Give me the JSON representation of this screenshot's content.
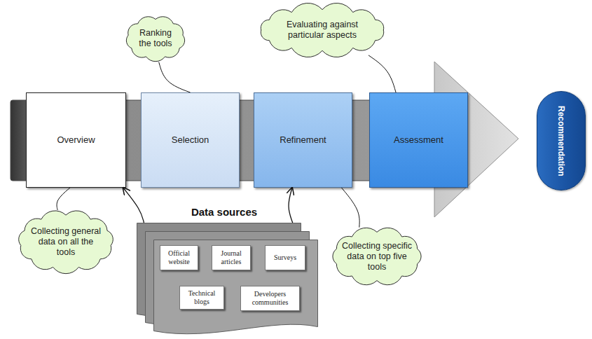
{
  "diagram": {
    "nodes": [
      {
        "text": [
          "Ranking the tools"
        ]
      },
      {
        "text": [
          "Evaluating against particular aspects"
        ]
      },
      {
        "text": [
          "Overview"
        ]
      },
      {
        "text": [
          "Selection"
        ]
      },
      {
        "text": [
          "Refinement"
        ]
      },
      {
        "text": [
          "Assessment"
        ]
      },
      {
        "text": [
          "Recommendation"
        ]
      },
      {
        "text": [
          "Collecting general data on all the tools"
        ]
      },
      {
        "text": [
          "Data sources"
        ]
      },
      {
        "text": [
          "Official website"
        ],
        "in": 8
      },
      {
        "text": [
          "Journal articles"
        ],
        "in": 8
      },
      {
        "text": [
          "Surveys"
        ],
        "in": 8
      },
      {
        "text": [
          "Technical blogs"
        ],
        "in": 8
      },
      {
        "text": [
          "Developers communities"
        ],
        "in": 8
      },
      {
        "text": [
          "Collecting specific data on top five tools"
        ]
      }
    ],
    "edges": [
      {
        "from": 0,
        "to": 3,
        "arrow": "none"
      },
      {
        "from": 1,
        "to": 5,
        "arrow": "none"
      },
      {
        "from": 7,
        "to": 2,
        "arrow": "none"
      },
      {
        "from": 8,
        "to": 2,
        "arrow": "to"
      },
      {
        "from": 8,
        "to": 4,
        "arrow": "to"
      },
      {
        "from": 14,
        "to": 4,
        "arrow": "none"
      }
    ]
  }
}
